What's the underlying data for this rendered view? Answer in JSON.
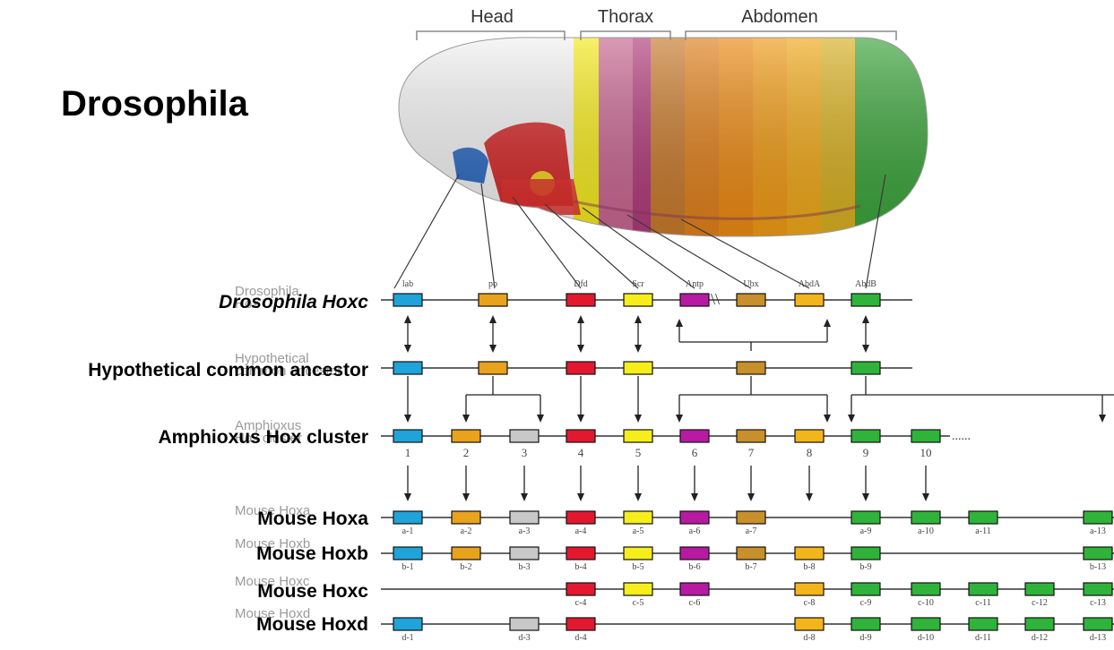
{
  "title": "Drosophila",
  "body_regions": {
    "head": "Head",
    "thorax": "Thorax",
    "abdomen": "Abdomen"
  },
  "row_labels": {
    "drosophila": "Drosophila Hoxc",
    "ancestor": "Hypothetical common ancestor",
    "amphioxus": "Amphioxus Hox cluster",
    "hoxa": "Mouse Hoxa",
    "hoxb": "Mouse Hoxb",
    "hoxc": "Mouse Hoxc",
    "hoxd": "Mouse Hoxd"
  },
  "ghost_labels": {
    "drosophila": [
      "Drosophila",
      "Hox C"
    ],
    "ancestor": [
      "Hypothetical",
      "common ancestor"
    ],
    "amphioxus": [
      "Amphioxus",
      "Hox cluster"
    ],
    "hoxa": [
      "Mouse Hoxa"
    ],
    "hoxb": [
      "Mouse Hoxb"
    ],
    "hoxc": [
      "Mouse Hoxc"
    ],
    "hoxd": [
      "Mouse Hoxd"
    ]
  },
  "colors": {
    "lab": "#1fa3d8",
    "pb": "#e8a21c",
    "grey": "#c8c8c8",
    "Dfd": "#e3182f",
    "Scr": "#f5ee1a",
    "Antp": "#b81aa3",
    "Ubx": "#c8902a",
    "AbdA": "#f2b61c",
    "AbdB": "#2fb33a"
  },
  "drosophila_genes": [
    {
      "name": "lab",
      "color": "lab"
    },
    {
      "name": "pb",
      "color": "pb"
    },
    {
      "name": "Dfd",
      "color": "Dfd"
    },
    {
      "name": "Scr",
      "color": "Scr"
    },
    {
      "name": "Antp",
      "color": "Antp"
    },
    {
      "name": "Ubx",
      "color": "Ubx"
    },
    {
      "name": "AbdA",
      "color": "AbdA"
    },
    {
      "name": "AbdB",
      "color": "AbdB"
    }
  ],
  "ancestor_genes": [
    {
      "color": "lab"
    },
    {
      "color": "pb"
    },
    {
      "color": "Dfd"
    },
    {
      "color": "Scr"
    },
    {
      "color": "Ubx"
    },
    {
      "color": "AbdB"
    }
  ],
  "amphioxus_genes": [
    {
      "num": "1",
      "color": "lab"
    },
    {
      "num": "2",
      "color": "pb"
    },
    {
      "num": "3",
      "color": "grey"
    },
    {
      "num": "4",
      "color": "Dfd"
    },
    {
      "num": "5",
      "color": "Scr"
    },
    {
      "num": "6",
      "color": "Antp"
    },
    {
      "num": "7",
      "color": "Ubx"
    },
    {
      "num": "8",
      "color": "AbdA"
    },
    {
      "num": "9",
      "color": "AbdB"
    },
    {
      "num": "10",
      "color": "AbdB"
    }
  ],
  "hoxa_genes": [
    {
      "label": "a-1",
      "color": "lab"
    },
    {
      "label": "a-2",
      "color": "pb"
    },
    {
      "label": "a-3",
      "color": "grey"
    },
    {
      "label": "a-4",
      "color": "Dfd"
    },
    {
      "label": "a-5",
      "color": "Scr"
    },
    {
      "label": "a-6",
      "color": "Antp"
    },
    {
      "label": "a-7",
      "color": "Ubx"
    },
    {
      "label": "a-9",
      "color": "AbdB"
    },
    {
      "label": "a-10",
      "color": "AbdB"
    },
    {
      "label": "a-11",
      "color": "AbdB"
    },
    {
      "label": "a-13",
      "color": "AbdB"
    }
  ],
  "hoxb_genes": [
    {
      "label": "b-1",
      "color": "lab"
    },
    {
      "label": "b-2",
      "color": "pb"
    },
    {
      "label": "b-3",
      "color": "grey"
    },
    {
      "label": "b-4",
      "color": "Dfd"
    },
    {
      "label": "b-5",
      "color": "Scr"
    },
    {
      "label": "b-6",
      "color": "Antp"
    },
    {
      "label": "b-7",
      "color": "Ubx"
    },
    {
      "label": "b-8",
      "color": "AbdA"
    },
    {
      "label": "b-9",
      "color": "AbdB"
    },
    {
      "label": "b-13",
      "color": "AbdB"
    }
  ],
  "hoxc_genes": [
    {
      "label": "c-4",
      "color": "Dfd"
    },
    {
      "label": "c-5",
      "color": "Scr"
    },
    {
      "label": "c-6",
      "color": "Antp"
    },
    {
      "label": "c-8",
      "color": "AbdA"
    },
    {
      "label": "c-9",
      "color": "AbdB"
    },
    {
      "label": "c-10",
      "color": "AbdB"
    },
    {
      "label": "c-11",
      "color": "AbdB"
    },
    {
      "label": "c-12",
      "color": "AbdB"
    },
    {
      "label": "c-13",
      "color": "AbdB"
    }
  ],
  "hoxd_genes": [
    {
      "label": "d-1",
      "color": "lab"
    },
    {
      "label": "d-3",
      "color": "grey"
    },
    {
      "label": "d-4",
      "color": "Dfd"
    },
    {
      "label": "d-8",
      "color": "AbdA"
    },
    {
      "label": "d-9",
      "color": "AbdB"
    },
    {
      "label": "d-10",
      "color": "AbdB"
    },
    {
      "label": "d-11",
      "color": "AbdB"
    },
    {
      "label": "d-12",
      "color": "AbdB"
    },
    {
      "label": "d-13",
      "color": "AbdB"
    }
  ],
  "amphioxus_continuation": "......"
}
